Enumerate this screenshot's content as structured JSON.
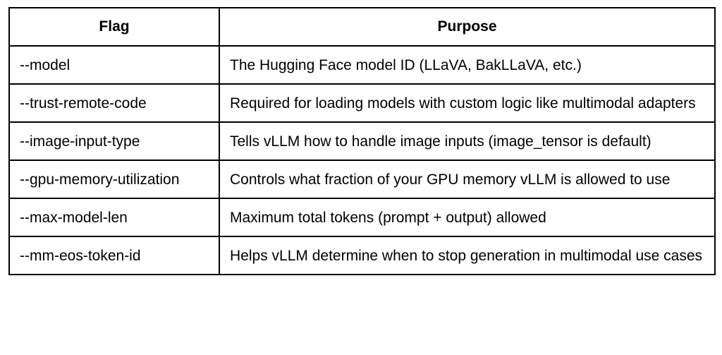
{
  "table": {
    "columns": [
      {
        "label": "Flag"
      },
      {
        "label": "Purpose"
      }
    ],
    "rows": [
      {
        "flag": "--model",
        "purpose": "The Hugging Face model ID (LLaVA, BakLLaVA, etc.)"
      },
      {
        "flag": "--trust-remote-code",
        "purpose": "Required for loading models with custom logic like multimodal adapters"
      },
      {
        "flag": "--image-input-type",
        "purpose": "Tells vLLM how to handle image inputs (image_tensor is default)"
      },
      {
        "flag": "--gpu-memory-utilization",
        "purpose": "Controls what fraction of your GPU memory vLLM is allowed to use"
      },
      {
        "flag": "--max-model-len",
        "purpose": "Maximum total tokens (prompt + output) allowed"
      },
      {
        "flag": "--mm-eos-token-id",
        "purpose": "Helps vLLM determine when to stop generation in multimodal use cases"
      }
    ],
    "colors": {
      "border": "#000000",
      "text": "#000000",
      "background": "#ffffff"
    }
  },
  "chart_data": {
    "type": "table",
    "title": "",
    "columns": [
      "Flag",
      "Purpose"
    ],
    "rows": [
      [
        "--model",
        "The Hugging Face model ID (LLaVA, BakLLaVA, etc.)"
      ],
      [
        "--trust-remote-code",
        "Required for loading models with custom logic like multimodal adapters"
      ],
      [
        "--image-input-type",
        "Tells vLLM how to handle image inputs (image_tensor is default)"
      ],
      [
        "--gpu-memory-utilization",
        "Controls what fraction of your GPU memory vLLM is allowed to use"
      ],
      [
        "--max-model-len",
        "Maximum total tokens (prompt + output) allowed"
      ],
      [
        "--mm-eos-token-id",
        "Helps vLLM determine when to stop generation in multimodal use cases"
      ]
    ]
  }
}
